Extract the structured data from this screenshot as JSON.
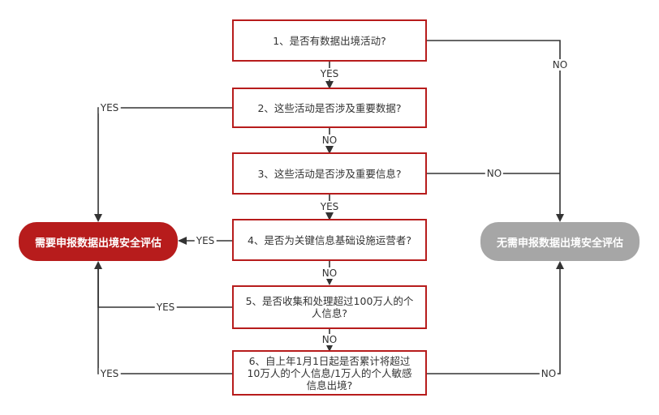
{
  "questions": {
    "q1": "1、是否有数据出境活动?",
    "q2": "2、这些活动是否涉及重要数据?",
    "q3": "3、这些活动是否涉及重要信息?",
    "q4": "4、是否为关键信息基础设施运营者?",
    "q5_line1": "5、是否收集和处理超过100万人的个",
    "q5_line2": "人信息?",
    "q6_line1": "6、自上年1月1日起是否累计将超过",
    "q6_line2": "10万人的个人信息/1万人的个人敏感",
    "q6_line3": "信息出境?"
  },
  "outcomes": {
    "required": "需要申报数据出境安全评估",
    "not_required": "无需申报数据出境安全评估"
  },
  "edge_labels": {
    "q1_to_q2": "YES",
    "q1_to_none": "NO",
    "q2_to_required": "YES",
    "q2_to_q3": "NO",
    "q3_to_q4": "YES",
    "q3_to_none": "NO",
    "q4_to_required": "YES",
    "q4_to_q5": "NO",
    "q5_to_required": "YES",
    "q5_to_q6": "NO",
    "q6_to_required": "YES",
    "q6_to_none": "NO"
  },
  "colors": {
    "node_border": "#b71c1c",
    "required_fill": "#b71c1c",
    "not_required_fill": "#a6a6a6",
    "line": "#333333"
  }
}
